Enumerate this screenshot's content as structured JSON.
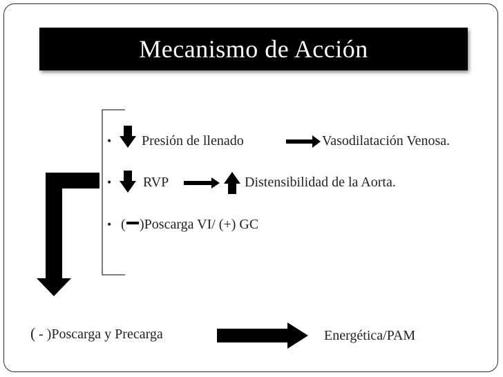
{
  "slide": {
    "title": "Mecanismo de Acción",
    "bullets": [
      {
        "text": "Presión de llenado",
        "result": "Vasodilatación Venosa."
      },
      {
        "text": "RVP",
        "result": "Distensibilidad de la Aorta."
      },
      {
        "open_paren": "(",
        "close_and_text": ")Poscarga VI/ (+) GC"
      }
    ],
    "bullet_glyph": "•",
    "bottom": {
      "open_paren": "(",
      "left_text": "- )Poscarga y Precarga",
      "right_text": "Energética/PAM"
    },
    "icons": [
      "down-arrow-icon",
      "up-arrow-icon",
      "right-arrow-icon",
      "minus-sign-icon",
      "elbow-arrow-icon"
    ],
    "colors": {
      "text": "#222222",
      "title_bg": "#000000",
      "title_text": "#ffffff",
      "arrow": "#000000"
    }
  }
}
